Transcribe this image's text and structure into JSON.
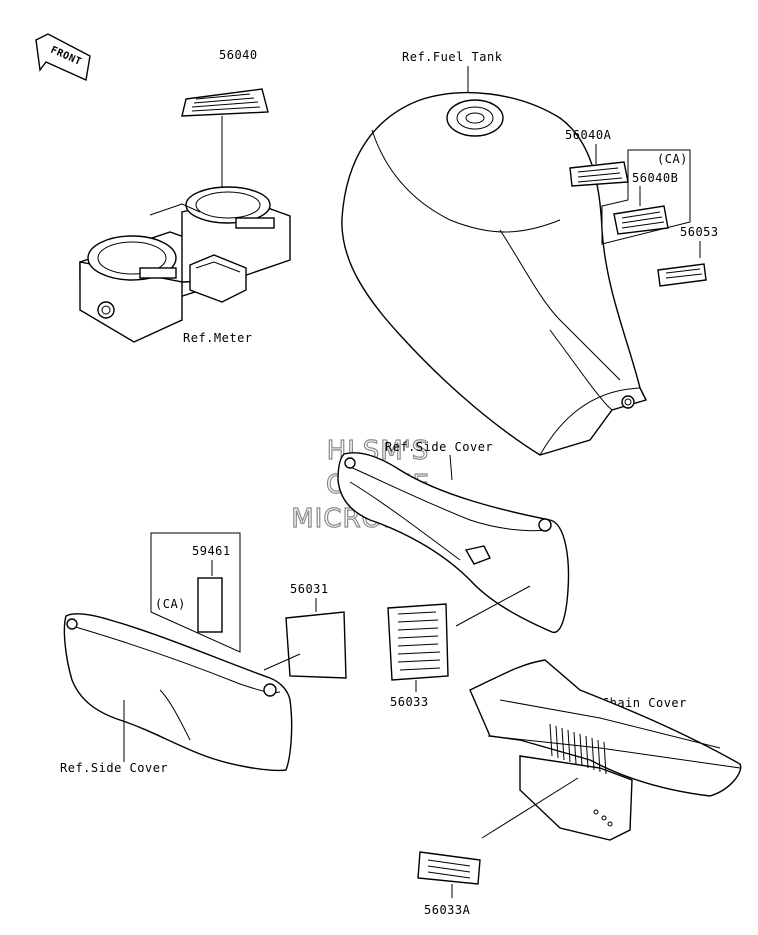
{
  "front_indicator": "FRONT",
  "watermark": [
    "HLSM'S",
    "ONLINE",
    "MICROFICHE"
  ],
  "labels": {
    "p56040": "56040",
    "ref_meter": "Ref.Meter",
    "ref_fuel_tank": "Ref.Fuel Tank",
    "p56040a": "56040A",
    "ca_top": "(CA)",
    "p56040b": "56040B",
    "p56053": "56053",
    "ref_side_cover_right": "Ref.Side Cover",
    "p59461": "59461",
    "ca_left": "(CA)",
    "p56031": "56031",
    "p56033": "56033",
    "ref_chain_cover": "Ref.Chain Cover",
    "ref_side_cover_left": "Ref.Side Cover",
    "p56033a": "56033A"
  }
}
